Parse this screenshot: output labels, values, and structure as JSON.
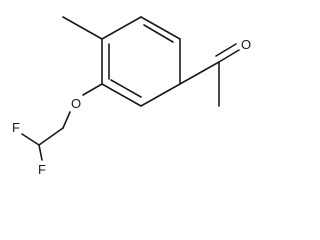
{
  "molecule": {
    "atoms": {
      "oxygen_ketone": "O",
      "oxygen_ether": "O",
      "fluorine_top": "F",
      "fluorine_bottom": "F"
    }
  }
}
